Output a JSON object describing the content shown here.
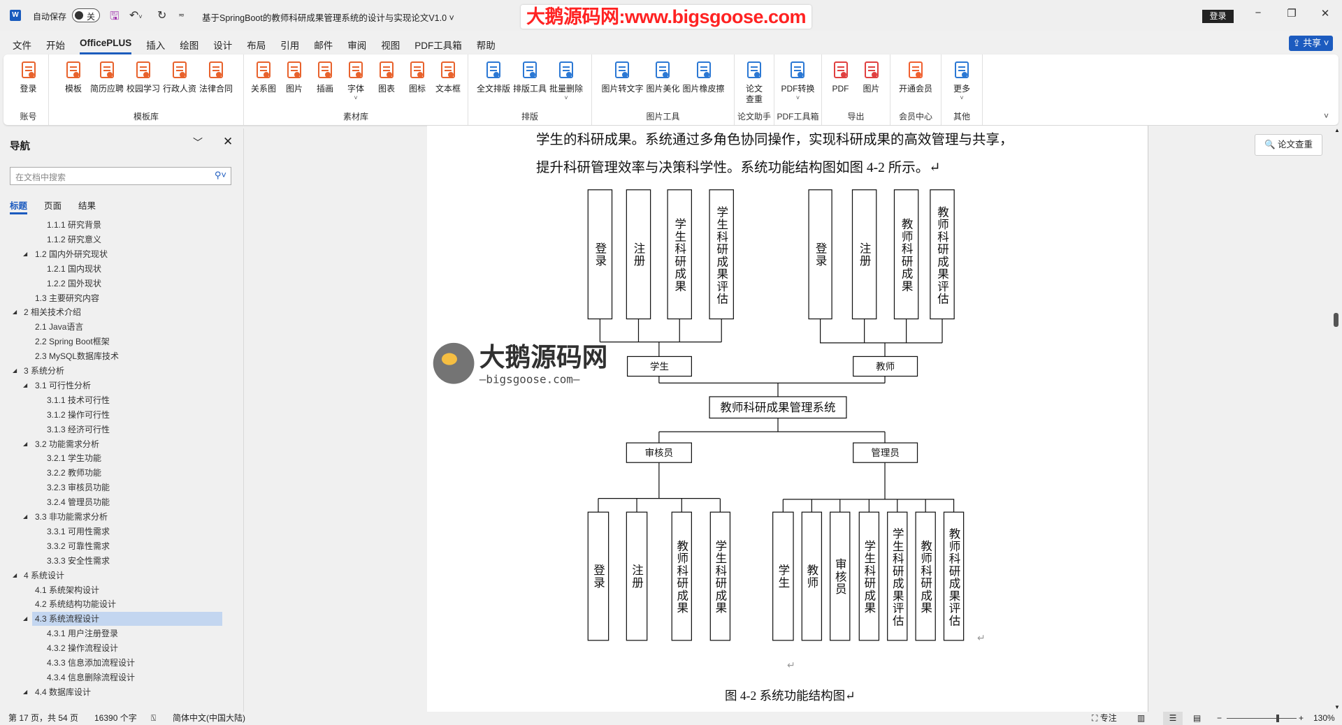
{
  "titlebar": {
    "app_icon": "W",
    "autosave_label": "自动保存",
    "autosave_state": "关",
    "title": "基于SpringBoot的教师科研成果管理系统的设计与实现论文V1.0",
    "login": "登录"
  },
  "watermark": {
    "top_banner": "大鹅源码网:www.bigsgoose.com",
    "logo_cn": "大鹅源码网",
    "logo_url": "—bigsgoose.com—"
  },
  "menu": {
    "tabs": [
      "文件",
      "开始",
      "OfficePLUS",
      "插入",
      "绘图",
      "设计",
      "布局",
      "引用",
      "邮件",
      "审阅",
      "视图",
      "PDF工具箱",
      "帮助"
    ],
    "active": "OfficePLUS",
    "share": "共享"
  },
  "ribbon": {
    "groups": [
      {
        "label": "账号",
        "items": [
          {
            "label": "登录",
            "icon": "user-circle-icon",
            "color": "#e8622c"
          }
        ]
      },
      {
        "label": "模板库",
        "items": [
          {
            "label": "模板",
            "icon": "template-icon",
            "color": "#e8622c"
          },
          {
            "label": "简历应聘",
            "icon": "resume-icon",
            "color": "#e8622c"
          },
          {
            "label": "校园学习",
            "icon": "campus-icon",
            "color": "#e8622c"
          },
          {
            "label": "行政人资",
            "icon": "admin-hr-icon",
            "color": "#e8622c"
          },
          {
            "label": "法律合同",
            "icon": "contract-icon",
            "color": "#e8622c"
          }
        ]
      },
      {
        "label": "素材库",
        "items": [
          {
            "label": "关系图",
            "icon": "org-chart-icon",
            "color": "#e8622c"
          },
          {
            "label": "图片",
            "icon": "image-icon",
            "color": "#e8622c"
          },
          {
            "label": "插画",
            "icon": "butterfly-icon",
            "color": "#e8622c"
          },
          {
            "label": "字体",
            "icon": "font-icon",
            "color": "#e8622c",
            "dropdown": true
          },
          {
            "label": "图表",
            "icon": "chart-icon",
            "color": "#e8622c"
          },
          {
            "label": "图标",
            "icon": "shapes-icon",
            "color": "#e8622c"
          },
          {
            "label": "文本框",
            "icon": "textbox-icon",
            "color": "#e8622c"
          }
        ]
      },
      {
        "label": "排版",
        "items": [
          {
            "label": "全文排版",
            "icon": "layout-icon",
            "color": "#2b78d4"
          },
          {
            "label": "排版工具",
            "icon": "text-align-icon",
            "color": "#2b78d4"
          },
          {
            "label": "批量删除",
            "icon": "batch-delete-icon",
            "color": "#2b78d4",
            "dropdown": true
          }
        ]
      },
      {
        "label": "图片工具",
        "items": [
          {
            "label": "图片转文字",
            "icon": "ocr-icon",
            "color": "#2b78d4"
          },
          {
            "label": "图片美化",
            "icon": "beautify-icon",
            "color": "#2b78d4"
          },
          {
            "label": "图片橡皮擦",
            "icon": "eraser-icon",
            "color": "#2b78d4"
          }
        ]
      },
      {
        "label": "论文助手",
        "items": [
          {
            "label": "论文查重",
            "icon": "doc-search-icon",
            "color": "#2b78d4"
          }
        ]
      },
      {
        "label": "PDF工具箱",
        "items": [
          {
            "label": "PDF转换",
            "icon": "pdf-convert-icon",
            "color": "#2b78d4",
            "dropdown": true
          }
        ]
      },
      {
        "label": "导出",
        "items": [
          {
            "label": "PDF",
            "icon": "pdf-export-icon",
            "color": "#e04040"
          },
          {
            "label": "图片",
            "icon": "image-export-icon",
            "color": "#e04040"
          }
        ]
      },
      {
        "label": "会员中心",
        "items": [
          {
            "label": "开通会员",
            "icon": "diamond-icon",
            "color": "#f06030"
          }
        ]
      },
      {
        "label": "其他",
        "items": [
          {
            "label": "更多",
            "icon": "more-icon",
            "color": "#2b78d4",
            "dropdown": true
          }
        ]
      }
    ]
  },
  "nav": {
    "title": "导航",
    "search_placeholder": "在文档中搜索",
    "tabs": [
      "标题",
      "页面",
      "结果"
    ],
    "active_tab": "标题",
    "items": [
      {
        "text": "1.1.1 研究背景",
        "level": 3
      },
      {
        "text": "1.1.2 研究意义",
        "level": 3
      },
      {
        "text": "1.2 国内外研究现状",
        "level": 2,
        "expanded": true
      },
      {
        "text": "1.2.1 国内现状",
        "level": 3
      },
      {
        "text": "1.2.2 国外现状",
        "level": 3
      },
      {
        "text": "1.3 主要研究内容",
        "level": 2
      },
      {
        "text": "2 相关技术介绍",
        "level": 1,
        "expanded": true
      },
      {
        "text": "2.1 Java语言",
        "level": 2
      },
      {
        "text": "2.2  Spring Boot框架",
        "level": 2
      },
      {
        "text": "2.3 MySQL数据库技术",
        "level": 2
      },
      {
        "text": "3 系统分析",
        "level": 1,
        "expanded": true
      },
      {
        "text": "3.1 可行性分析",
        "level": 2,
        "expanded": true
      },
      {
        "text": "3.1.1 技术可行性",
        "level": 3
      },
      {
        "text": "3.1.2 操作可行性",
        "level": 3
      },
      {
        "text": "3.1.3 经济可行性",
        "level": 3
      },
      {
        "text": "3.2 功能需求分析",
        "level": 2,
        "expanded": true
      },
      {
        "text": "3.2.1 学生功能",
        "level": 3
      },
      {
        "text": "3.2.2 教师功能",
        "level": 3
      },
      {
        "text": "3.2.3 审核员功能",
        "level": 3
      },
      {
        "text": "3.2.4 管理员功能",
        "level": 3
      },
      {
        "text": "3.3 非功能需求分析",
        "level": 2,
        "expanded": true
      },
      {
        "text": "3.3.1 可用性需求",
        "level": 3
      },
      {
        "text": "3.3.2 可靠性需求",
        "level": 3
      },
      {
        "text": "3.3.3 安全性需求",
        "level": 3
      },
      {
        "text": "4 系统设计",
        "level": 1,
        "expanded": true
      },
      {
        "text": "4.1 系统架构设计",
        "level": 2
      },
      {
        "text": "4.2 系统结构功能设计",
        "level": 2
      },
      {
        "text": "4.3 系统流程设计",
        "level": 2,
        "expanded": true,
        "selected": true
      },
      {
        "text": "4.3.1 用户注册登录",
        "level": 3
      },
      {
        "text": "4.3.2 操作流程设计",
        "level": 3
      },
      {
        "text": "4.3.3 信息添加流程设计",
        "level": 3
      },
      {
        "text": "4.3.4 信息删除流程设计",
        "level": 3
      },
      {
        "text": "4.4 数据库设计",
        "level": 2,
        "expanded": true
      }
    ]
  },
  "document": {
    "lines": [
      "学生的科研成果。系统通过多角色协同操作，实现科研成果的高效管理与共享，",
      "提升科研管理效率与决策科学性。系统功能结构图如图 4-2 所示。↵"
    ],
    "caption": "图 4-2 系统功能结构图↵",
    "return_mark": "↵"
  },
  "diagram": {
    "system": "教师科研成果管理系统",
    "student": "学生",
    "teacher": "教师",
    "auditor": "审核员",
    "admin": "管理员",
    "student_functions": [
      "登录",
      "注册",
      "学生科研成果",
      "学生科研成果评估"
    ],
    "teacher_functions": [
      "登录",
      "注册",
      "教师科研成果",
      "教师科研成果评估"
    ],
    "auditor_functions": [
      "登录",
      "注册",
      "教师科研成果",
      "学生科研成果"
    ],
    "admin_functions": [
      "学生",
      "教师",
      "审核员",
      "学生科研成果",
      "学生科研成果评估",
      "教师科研成果",
      "教师科研成果评估"
    ]
  },
  "right_panel": {
    "plagiarism_check": "论文查重"
  },
  "statusbar": {
    "page": "第 17 页，共 54 页",
    "words": "16390 个字",
    "language": "简体中文(中国大陆)",
    "focus": "专注",
    "zoom": "130%",
    "zoom_value": 130
  }
}
